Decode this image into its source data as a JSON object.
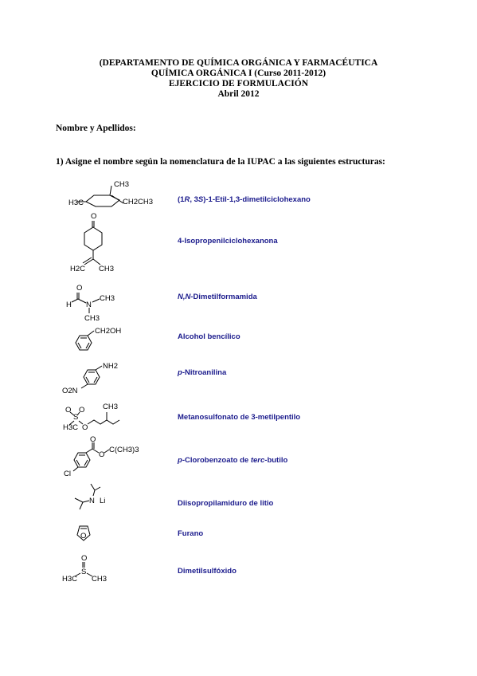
{
  "header": {
    "line1": "(DEPARTAMENTO DE QUÍMICA ORGÁNICA Y FARMACÉUTICA",
    "line2": "QUÍMICA ORGÁNICA I (Curso 2011-2012)",
    "line3": "EJERCICIO DE FORMULACIÓN",
    "line4": "Abril 2012"
  },
  "form": {
    "name_label": "Nombre y Apellidos:"
  },
  "question1": {
    "title": "1) Asigne el nombre según la nomenclatura de la IUPAC a las siguientes estructuras:"
  },
  "items": [
    {
      "structure": "1,3-dimethylcyclohexane with ethyl",
      "labels": [
        "H3C",
        "CH3",
        "CH2CH3"
      ],
      "answer": {
        "prefix": "(1",
        "i1": "R",
        "mid": ", 3",
        "i2": "S",
        "suffix": ")-1-Etil-1,3-dimetilciclohexano"
      }
    },
    {
      "structure": "cyclohexanone ring with isopropenyl",
      "labels": [
        "O",
        "H2C",
        "CH3"
      ],
      "answer": "4-Isopropenilciclohexanona"
    },
    {
      "structure": "N,N-dimethylformamide",
      "labels": [
        "O",
        "H",
        "N",
        "CH3",
        "CH3"
      ],
      "answer": {
        "italic": "N,N",
        "rest": "-Dimetilformamida"
      }
    },
    {
      "structure": "benzyl alcohol",
      "labels": [
        "CH2OH"
      ],
      "answer": "Alcohol bencílico"
    },
    {
      "structure": "para-nitroaniline",
      "labels": [
        "NH2",
        "O2N"
      ],
      "answer": {
        "italic": "p",
        "rest": "-Nitroanilina"
      }
    },
    {
      "structure": "3-methylpentyl methanesulfonate",
      "labels": [
        "O",
        "O",
        "S",
        "H3C",
        "O",
        "CH3"
      ],
      "answer": "Metanosulfonato de 3-metilpentilo"
    },
    {
      "structure": "tert-butyl para-chlorobenzoate",
      "labels": [
        "O",
        "O",
        "C(CH3)3",
        "Cl"
      ],
      "answer": {
        "italic": "p",
        "rest": "-Clorobenzoato de ",
        "italic2": "terc",
        "rest2": "-butilo"
      }
    },
    {
      "structure": "lithium diisopropylamide",
      "labels": [
        "N",
        "Li"
      ],
      "answer": "Diisopropilamiduro de litio"
    },
    {
      "structure": "furan",
      "labels": [
        "O"
      ],
      "answer": "Furano"
    },
    {
      "structure": "dimethyl sulfoxide",
      "labels": [
        "O",
        "S",
        "H3C",
        "CH3"
      ],
      "answer": "Dimetilsulfóxido"
    }
  ]
}
